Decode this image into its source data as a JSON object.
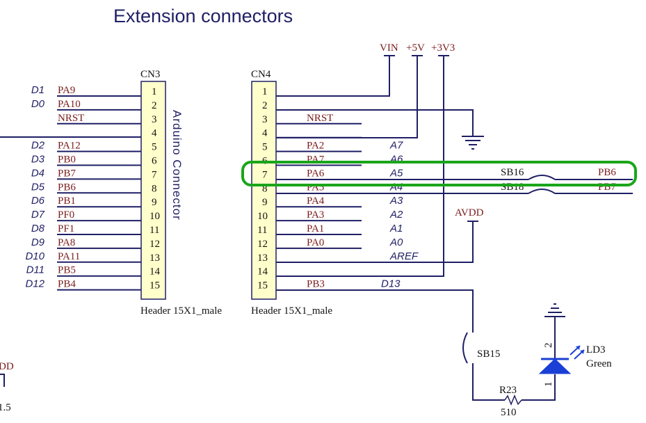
{
  "title": "Extension connectors",
  "connectors": {
    "cn3": {
      "name": "CN3",
      "caption": "Header 15X1_male",
      "rotated_label": "Arduino Connector",
      "pins": [
        "1",
        "2",
        "3",
        "4",
        "5",
        "6",
        "7",
        "8",
        "9",
        "10",
        "11",
        "12",
        "13",
        "14",
        "15"
      ],
      "signals": [
        "PA9",
        "PA10",
        "NRST",
        "",
        "PA12",
        "PB0",
        "PB7",
        "PB6",
        "PB1",
        "PF0",
        "PF1",
        "PA8",
        "PA11",
        "PB5",
        "PB4"
      ],
      "arduino": [
        "D1",
        "D0",
        "",
        "",
        "D2",
        "D3",
        "D4",
        "D5",
        "D6",
        "D7",
        "D8",
        "D9",
        "D10",
        "D11",
        "D12"
      ]
    },
    "cn4": {
      "name": "CN4",
      "caption": "Header 15X1_male",
      "pins": [
        "1",
        "2",
        "3",
        "4",
        "5",
        "6",
        "7",
        "8",
        "9",
        "10",
        "11",
        "12",
        "13",
        "14",
        "15"
      ],
      "signals": [
        "",
        "",
        "NRST",
        "",
        "PA2",
        "PA7",
        "PA6",
        "PA5",
        "PA4",
        "PA3",
        "PA1",
        "PA0",
        "",
        "",
        "PB3"
      ],
      "arduino": [
        "",
        "",
        "",
        "",
        "A7",
        "A6",
        "A5",
        "A4",
        "A3",
        "A2",
        "A1",
        "A0",
        "AREF",
        "",
        "D13"
      ]
    }
  },
  "power": {
    "vin": "VIN",
    "v5": "+5V",
    "v3": "+3V3",
    "avdd": "AVDD"
  },
  "bridges": {
    "sb16": "SB16",
    "sb18": "SB18",
    "sb15": "SB15",
    "pb6": "PB6",
    "pb7": "PB7"
  },
  "led": {
    "name": "LD3",
    "color_name": "Green",
    "pin_top": "2",
    "pin_bottom": "1"
  },
  "resistor": {
    "name": "R23",
    "value": "510"
  },
  "edge": {
    "left_partial_top": "DD",
    "left_partial_bottom": "1.5"
  },
  "colors": {
    "wire": "#1f1f66",
    "signal_text": "#7a1b1b",
    "header_fill": "#ffffcc",
    "highlight": "#1aa51a",
    "led_blue": "#1a3fd6"
  }
}
